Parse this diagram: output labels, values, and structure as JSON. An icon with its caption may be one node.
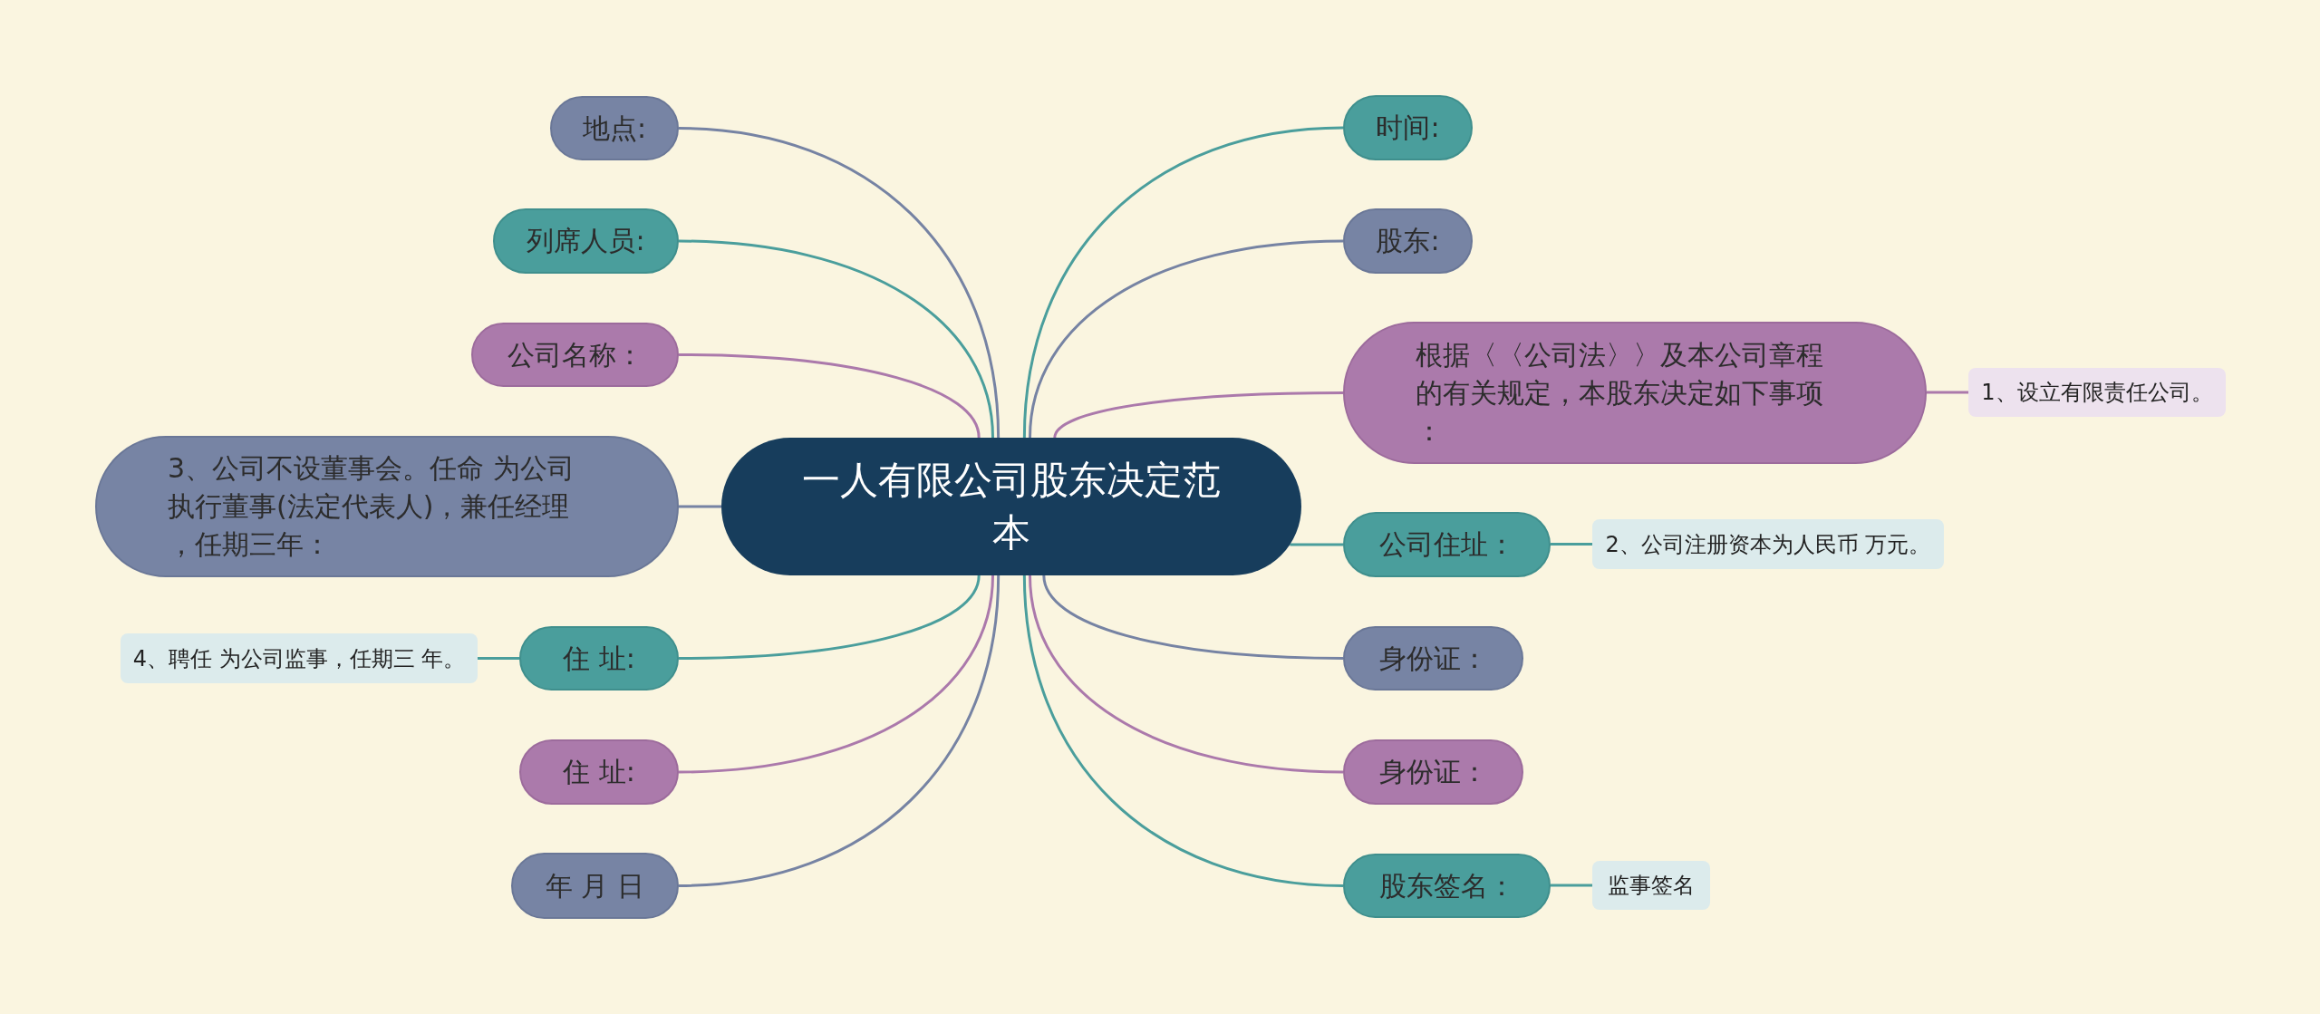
{
  "diagram": {
    "nodes": [
      {
        "text": [
          "一人有限公司股东决定范本"
        ]
      },
      {
        "text": [
          "地点:"
        ]
      },
      {
        "text": [
          "列席人员:"
        ]
      },
      {
        "text": [
          "公司名称："
        ]
      },
      {
        "text": [
          "3、公司不设董事会。任命 为公司执行董事(法定代表人)，兼任经理，任期三年："
        ]
      },
      {
        "text": [
          "住 址:"
        ]
      },
      {
        "text": [
          "4、聘任 为公司监事，任期三 年。"
        ]
      },
      {
        "text": [
          "住 址:"
        ]
      },
      {
        "text": [
          "年 月 日"
        ]
      },
      {
        "text": [
          "时间:"
        ]
      },
      {
        "text": [
          "股东:"
        ]
      },
      {
        "text": [
          "根据〈〈公司法〉〉及本公司章程的有关规定，本股东决定如下事项："
        ]
      },
      {
        "text": [
          "1、设立有限责任公司。"
        ]
      },
      {
        "text": [
          "公司住址："
        ]
      },
      {
        "text": [
          "2、公司注册资本为人民币 万元。"
        ]
      },
      {
        "text": [
          "身份证："
        ]
      },
      {
        "text": [
          "身份证："
        ]
      },
      {
        "text": [
          "股东签名："
        ]
      },
      {
        "text": [
          "监事签名"
        ]
      }
    ],
    "edges": [
      {
        "from": 0,
        "to": 1,
        "arrow": "none",
        "color": "#7683a3"
      },
      {
        "from": 0,
        "to": 2,
        "arrow": "none"
      },
      {
        "from": 0,
        "to": 3,
        "arrow": "none",
        "color": "#ab79ab"
      },
      {
        "from": 0,
        "to": 4,
        "arrow": "none",
        "color": "#7683a3"
      },
      {
        "from": 0,
        "to": 5,
        "arrow": "none"
      },
      {
        "from": 5,
        "to": 6,
        "arrow": "none"
      },
      {
        "from": 0,
        "to": 7,
        "arrow": "none",
        "color": "#ab79ab"
      },
      {
        "from": 0,
        "to": 8,
        "arrow": "none",
        "color": "#7683a3"
      },
      {
        "from": 0,
        "to": 9,
        "arrow": "none"
      },
      {
        "from": 0,
        "to": 10,
        "arrow": "none",
        "color": "#7683a3"
      },
      {
        "from": 0,
        "to": 11,
        "arrow": "none",
        "color": "#ab79ab"
      },
      {
        "from": 11,
        "to": 12,
        "arrow": "none",
        "color": "#ab79ab"
      },
      {
        "from": 0,
        "to": 13,
        "arrow": "none"
      },
      {
        "from": 13,
        "to": 14,
        "arrow": "none"
      },
      {
        "from": 0,
        "to": 15,
        "arrow": "none",
        "color": "#7683a3"
      },
      {
        "from": 0,
        "to": 16,
        "arrow": "none",
        "color": "#ab79ab"
      },
      {
        "from": 0,
        "to": 17,
        "arrow": "none"
      },
      {
        "from": 17,
        "to": 18,
        "arrow": "none"
      }
    ]
  }
}
